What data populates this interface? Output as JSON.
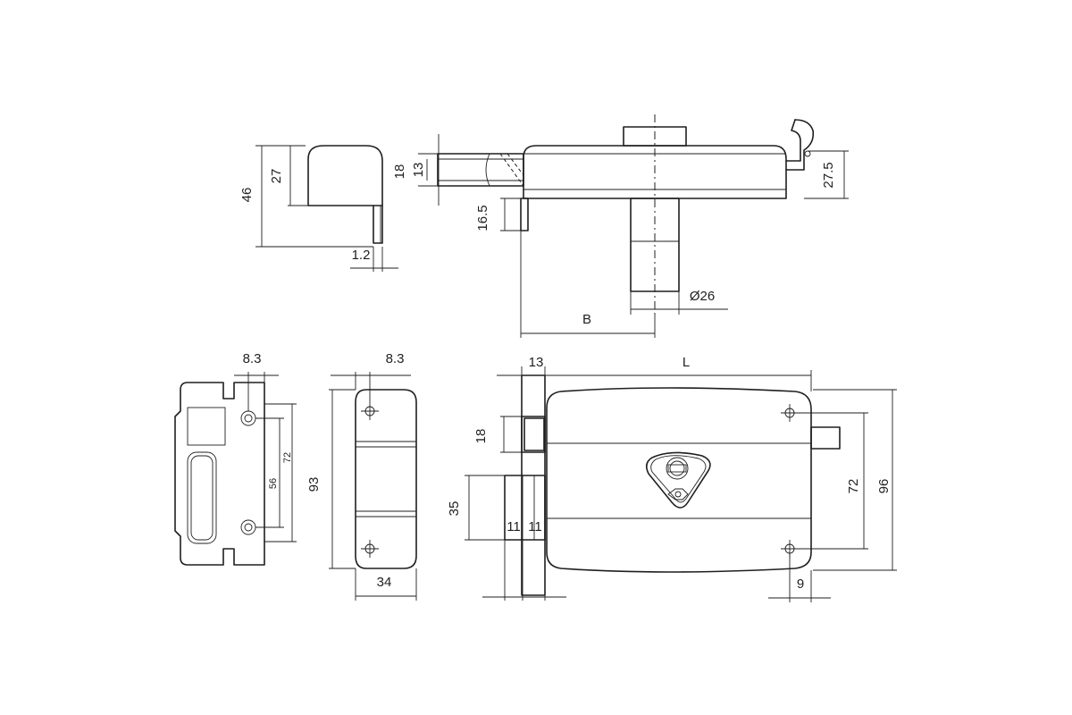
{
  "dimensions": {
    "striker_height": "46",
    "striker_inner": "27",
    "striker_thickness": "1.2",
    "bolt_height": "18",
    "bolt_inner": "13",
    "bolt_offset": "16.5",
    "case_depth": "27.5",
    "backset": "B",
    "cylinder_dia": "Ø26",
    "plate_offset": "8.3",
    "plate_inner": "72",
    "plate_hole_spacing": "56",
    "keeper_offset": "8.3",
    "keeper_height": "93",
    "keeper_width": "34",
    "front_thickness": "13",
    "length": "L",
    "front_bolt_height": "18",
    "front_latch_height": "35",
    "latch_width_a": "11",
    "latch_width_b": "11",
    "hole_spacing": "72",
    "case_height": "96",
    "hole_offset": "9"
  },
  "colors": {
    "line": "#1f1f1f",
    "background": "#ffffff"
  },
  "icons": [
    "brand-logo-icon",
    "cylinder-icon",
    "screw-hole-icon"
  ]
}
